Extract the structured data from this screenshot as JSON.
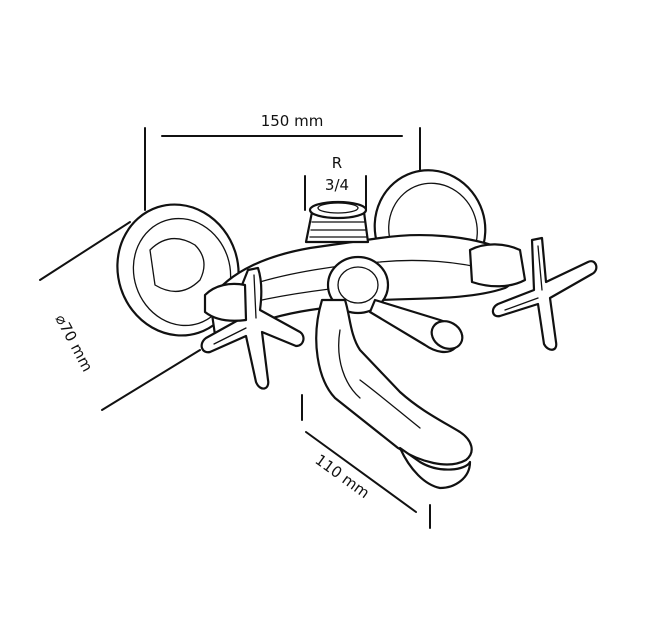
{
  "dimensions": {
    "width_label": "150 mm",
    "thread_label_line1": "R",
    "thread_label_line2": "3/4",
    "diameter_label": "⌀70 mm",
    "spout_label": "110 mm"
  }
}
